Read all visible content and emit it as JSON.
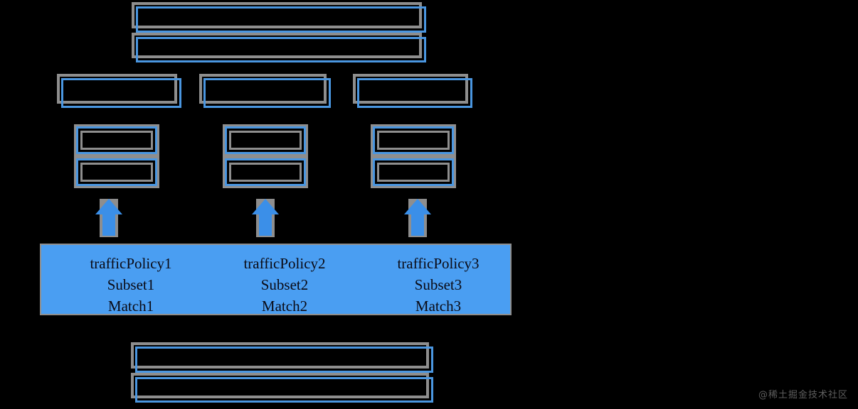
{
  "diagram": {
    "title": "Istio traffic routing diagram",
    "background_color": "#000000",
    "accent_blue": "#4a96e0",
    "panel_blue": "#4a9ef2",
    "border_grey": "#8e8e8e"
  },
  "top_node": {
    "name": "gateway-node",
    "rows": [
      {
        "label": ""
      },
      {
        "label": ""
      }
    ]
  },
  "service_row": {
    "nodes": [
      {
        "label": ""
      },
      {
        "label": ""
      },
      {
        "label": ""
      }
    ]
  },
  "workload_row": {
    "nodes": [
      {
        "cells": [
          {
            "label": ""
          },
          {
            "label": ""
          }
        ]
      },
      {
        "cells": [
          {
            "label": ""
          },
          {
            "label": ""
          }
        ]
      },
      {
        "cells": [
          {
            "label": ""
          },
          {
            "label": ""
          }
        ]
      }
    ]
  },
  "arrows": [
    {
      "name": "arrow-up-1",
      "direction": "up",
      "color": "#3b8fe8"
    },
    {
      "name": "arrow-up-2",
      "direction": "up",
      "color": "#3b8fe8"
    },
    {
      "name": "arrow-up-3",
      "direction": "up",
      "color": "#3b8fe8"
    }
  ],
  "policy_panel": {
    "columns": [
      {
        "policy": "trafficPolicy1",
        "subset": "Subset1",
        "match": "Match1"
      },
      {
        "policy": "trafficPolicy2",
        "subset": "Subset2",
        "match": "Match2"
      },
      {
        "policy": "trafficPolicy3",
        "subset": "Subset3",
        "match": "Match3"
      }
    ]
  },
  "bottom_node": {
    "name": "destination-node",
    "rows": [
      {
        "label": ""
      },
      {
        "label": ""
      }
    ]
  },
  "watermark": {
    "text": "@稀土掘金技术社区"
  }
}
